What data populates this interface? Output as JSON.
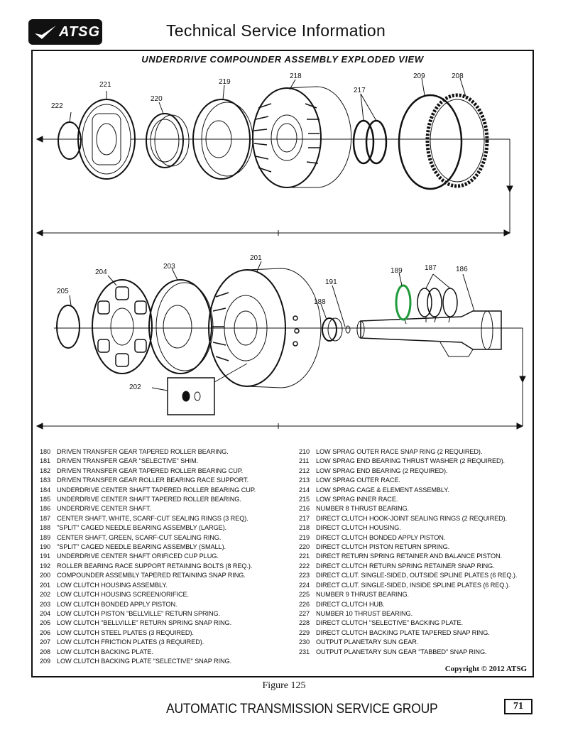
{
  "header": {
    "logo_text": "ATSG",
    "title": "Technical Service Information"
  },
  "diagram": {
    "title": "UNDERDRIVE COMPOUNDER ASSEMBLY EXPLODED VIEW",
    "upper_labels": [
      "222",
      "221",
      "220",
      "219",
      "218",
      "217",
      "209",
      "208"
    ],
    "lower_labels": [
      "205",
      "204",
      "203",
      "201",
      "202",
      "191",
      "188",
      "189",
      "187",
      "186"
    ]
  },
  "legend": {
    "left": [
      {
        "num": "180",
        "text": "DRIVEN TRANSFER GEAR TAPERED ROLLER BEARING."
      },
      {
        "num": "181",
        "text": "DRIVEN TRANSFER GEAR \"SELECTIVE\" SHIM."
      },
      {
        "num": "182",
        "text": "DRIVEN TRANSFER GEAR TAPERED ROLLER BEARING CUP."
      },
      {
        "num": "183",
        "text": "DRIVEN TRANSFER GEAR ROLLER BEARING RACE SUPPORT."
      },
      {
        "num": "184",
        "text": "UNDERDRIVE CENTER SHAFT TAPERED ROLLER BEARING CUP."
      },
      {
        "num": "185",
        "text": "UNDERDRIVE CENTER SHAFT TAPERED ROLLER BEARING."
      },
      {
        "num": "186",
        "text": "UNDERDRIVE CENTER SHAFT."
      },
      {
        "num": "187",
        "text": "CENTER SHAFT, WHITE, SCARF-CUT SEALING RINGS  (3 REQ)."
      },
      {
        "num": "188",
        "text": "\"SPLIT\" CAGED NEEDLE BEARING ASSEMBLY (LARGE)."
      },
      {
        "num": "189",
        "text": "CENTER SHAFT, GREEN, SCARF-CUT SEALING RING."
      },
      {
        "num": "190",
        "text": "\"SPLIT\" CAGED NEEDLE BEARING ASSEMBLY (SMALL)."
      },
      {
        "num": "191",
        "text": "UNDERDRIVE CENTER SHAFT ORIFICED CUP PLUG."
      },
      {
        "num": "192",
        "text": "ROLLER BEARING RACE SUPPORT RETAINING BOLTS  (8 REQ.)."
      },
      {
        "num": "200",
        "text": "COMPOUNDER ASSEMBLY TAPERED RETAINING SNAP RING."
      },
      {
        "num": "201",
        "text": "LOW CLUTCH HOUSING ASSEMBLY."
      },
      {
        "num": "202",
        "text": "LOW CLUTCH HOUSING SCREEN/ORIFICE."
      },
      {
        "num": "203",
        "text": "LOW CLUTCH BONDED APPLY PISTON."
      },
      {
        "num": "204",
        "text": "LOW CLUTCH PISTON \"BELLVILLE\" RETURN SPRING."
      },
      {
        "num": "205",
        "text": "LOW CLUTCH \"BELLVILLE\" RETURN SPRING SNAP RING."
      },
      {
        "num": "206",
        "text": "LOW CLUTCH STEEL PLATES  (3 REQUIRED)."
      },
      {
        "num": "207",
        "text": "LOW CLUTCH FRICTION PLATES  (3 REQUIRED)."
      },
      {
        "num": "208",
        "text": "LOW CLUTCH BACKING PLATE."
      },
      {
        "num": "209",
        "text": "LOW CLUTCH BACKING PLATE \"SELECTIVE\" SNAP RING."
      }
    ],
    "right": [
      {
        "num": "210",
        "text": "LOW SPRAG OUTER RACE SNAP RING  (2 REQUIRED)."
      },
      {
        "num": "211",
        "text": "LOW SPRAG END BEARING THRUST WASHER  (2 REQUIRED)."
      },
      {
        "num": "212",
        "text": "LOW SPRAG END BEARING  (2 REQUIRED)."
      },
      {
        "num": "213",
        "text": "LOW SPRAG OUTER RACE."
      },
      {
        "num": "214",
        "text": "LOW SPRAG CAGE & ELEMENT ASSEMBLY."
      },
      {
        "num": "215",
        "text": "LOW SPRAG INNER RACE."
      },
      {
        "num": "216",
        "text": "NUMBER 8 THRUST BEARING."
      },
      {
        "num": "217",
        "text": "DIRECT CLUTCH HOOK-JOINT SEALING RINGS  (2 REQUIRED)."
      },
      {
        "num": "218",
        "text": "DIRECT CLUTCH HOUSING."
      },
      {
        "num": "219",
        "text": "DIRECT CLUTCH BONDED APPLY PISTON."
      },
      {
        "num": "220",
        "text": "DIRECT CLUTCH PISTON RETURN SPRING."
      },
      {
        "num": "221",
        "text": "DIRECT RETURN SPRING RETAINER AND BALANCE PISTON."
      },
      {
        "num": "222",
        "text": "DIRECT CLUTCH RETURN SPRING RETAINER SNAP RING."
      },
      {
        "num": "223",
        "text": "DIRECT CLUT. SINGLE-SIDED, OUTSIDE SPLINE PLATES  (6 REQ.)."
      },
      {
        "num": "224",
        "text": "DIRECT CLUT. SINGLE-SIDED, INSIDE SPLINE PLATES  (6 REQ.)."
      },
      {
        "num": "225",
        "text": "NUMBER 9 THRUST BEARING."
      },
      {
        "num": "226",
        "text": "DIRECT CLUTCH HUB."
      },
      {
        "num": "227",
        "text": "NUMBER 10 THRUST BEARING."
      },
      {
        "num": "228",
        "text": "DIRECT CLUTCH \"SELECTIVE\" BACKING PLATE."
      },
      {
        "num": "229",
        "text": "DIRECT CLUTCH BACKING PLATE TAPERED SNAP RING."
      },
      {
        "num": "230",
        "text": "OUTPUT PLANETARY SUN GEAR."
      },
      {
        "num": "231",
        "text": "OUTPUT PLANETARY SUN GEAR \"TABBED\" SNAP RING."
      }
    ]
  },
  "copyright": "Copyright © 2012 ATSG",
  "caption": "Figure 125",
  "footer": {
    "title": "AUTOMATIC TRANSMISSION SERVICE GROUP",
    "page_number": "71"
  },
  "colors": {
    "ink": "#111111",
    "green_ring": "#1f9a3a"
  }
}
